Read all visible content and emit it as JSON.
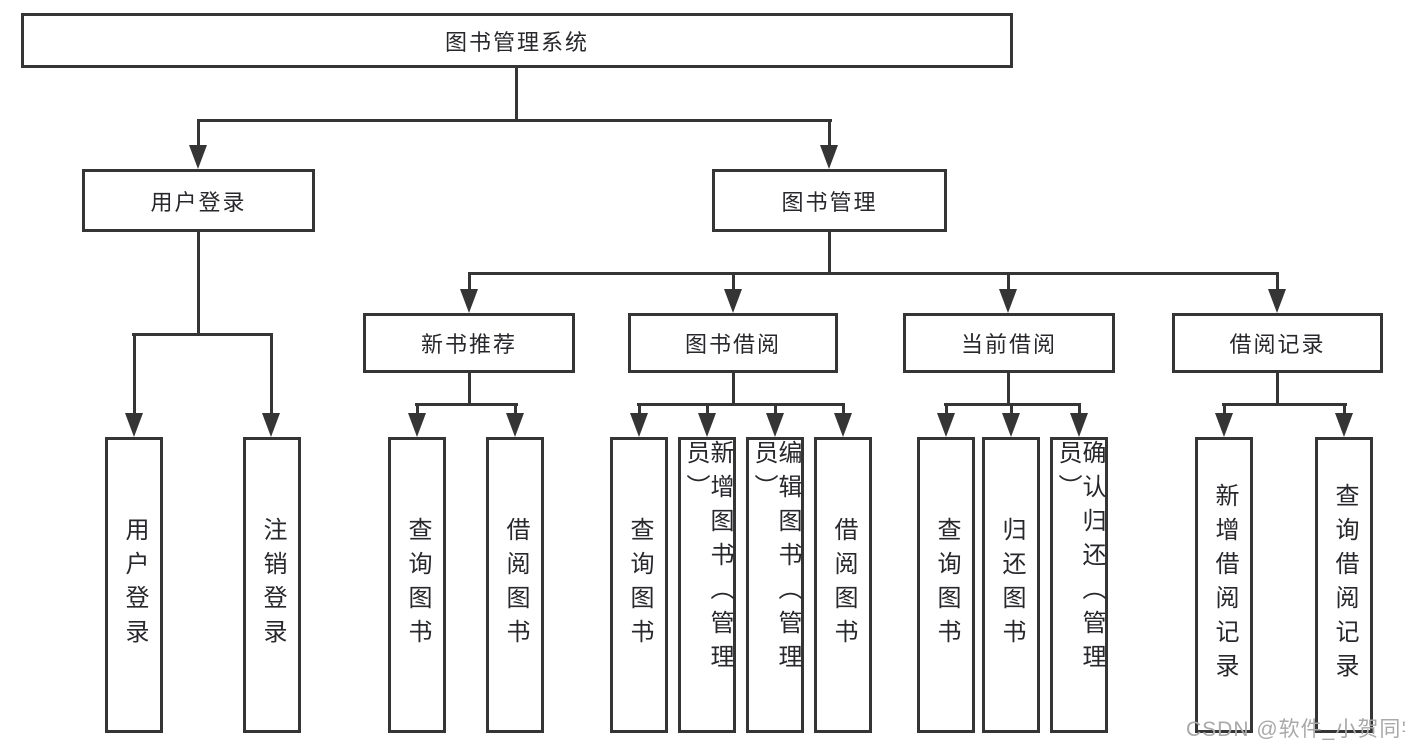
{
  "diagram_title": "图书管理系统",
  "colors": {
    "line": "#353535",
    "text": "#27272c",
    "background": "#ffffff",
    "watermark": "#a9a9a9"
  },
  "nodes": {
    "root": "图书管理系统",
    "userLogin": "用户登录",
    "bookMgmt": "图书管理",
    "newBookRec": "新书推荐",
    "bookBorrow": "图书借阅",
    "currentBorrow": "当前借阅",
    "borrowRecord": "借阅记录",
    "leafUserLogin": "用户登录",
    "leafLogout": "注销登录",
    "leafQueryBookRec": "查询图书",
    "leafBorrowBookRec": "借阅图书",
    "leafQueryBookBorrow": "查询图书",
    "leafAddBook": "新增图书（管理员）",
    "leafEditBook": "编辑图书（管理员）",
    "leafBorrowBook": "借阅图书",
    "leafQueryBookCurrent": "查询图书",
    "leafReturnBook": "归还图书",
    "leafConfirmReturn": "确认归还（管理员）",
    "leafAddRecord": "新增借阅记录",
    "leafQueryRecord": "查询借阅记录"
  },
  "watermark": "CSDN @软件_小贺同学"
}
